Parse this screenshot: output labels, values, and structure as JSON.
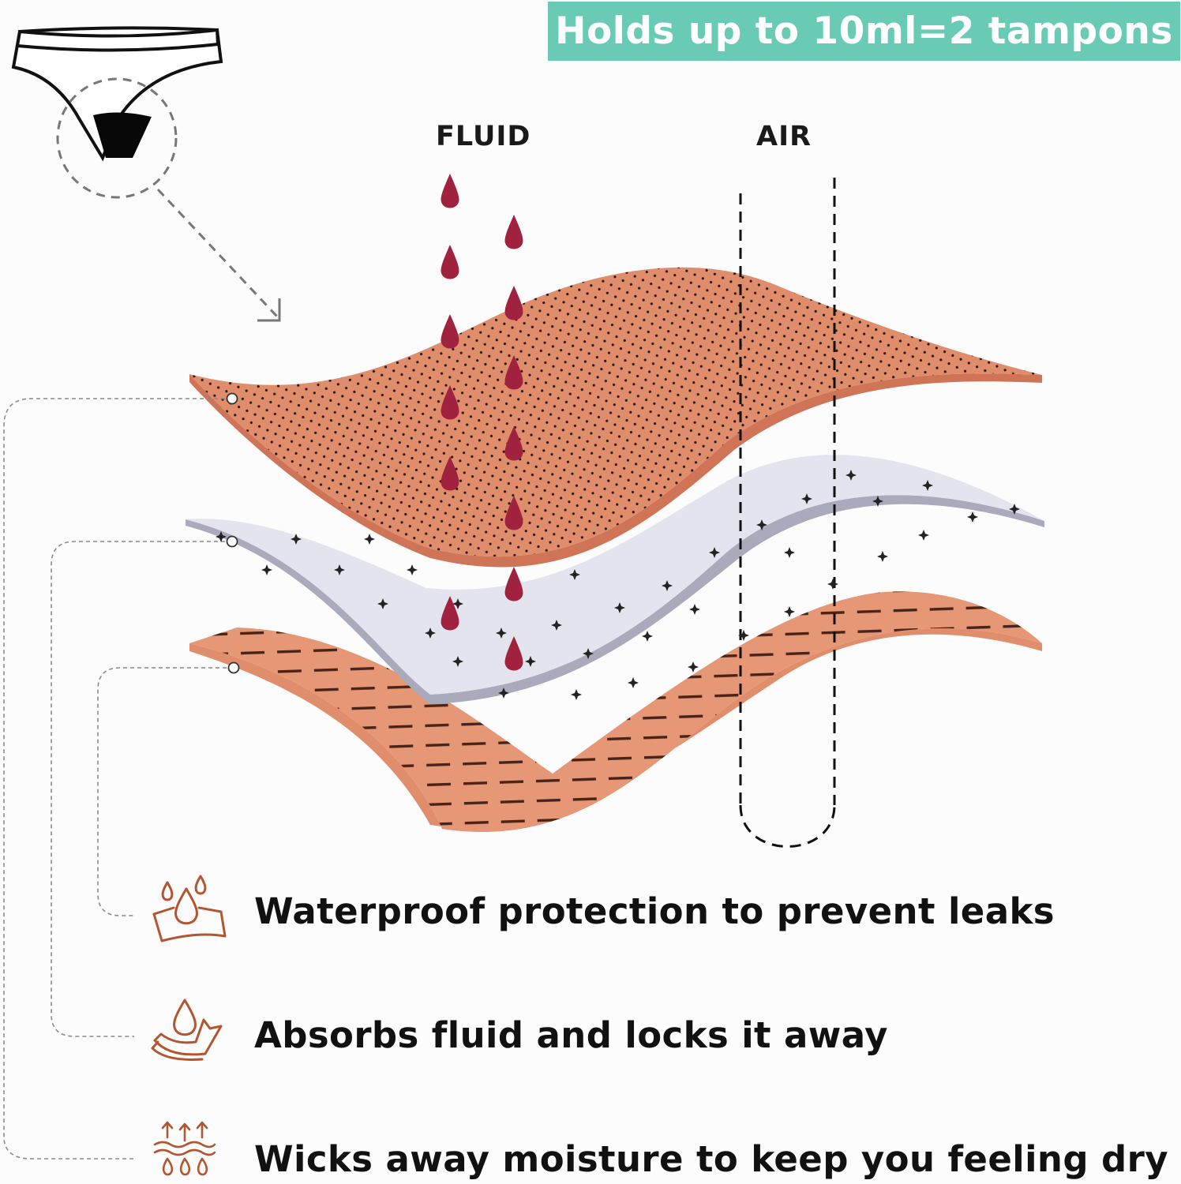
{
  "badge": {
    "text": "Holds up to 10ml=2 tampons",
    "color": "#69cbb4"
  },
  "diagram": {
    "fluid_label": "FLUID",
    "air_label": "AIR",
    "colors": {
      "layer_outer": "#e08d6c",
      "layer_middle": "#cfd0de",
      "drop": "#a0223f",
      "icon": "#b25530"
    }
  },
  "features": [
    {
      "icon": "waterproof-icon",
      "text": "Waterproof protection to prevent leaks"
    },
    {
      "icon": "absorb-icon",
      "text": "Absorbs fluid and locks it away"
    },
    {
      "icon": "wicking-icon",
      "text": "Wicks away moisture to keep you feeling dry"
    }
  ]
}
